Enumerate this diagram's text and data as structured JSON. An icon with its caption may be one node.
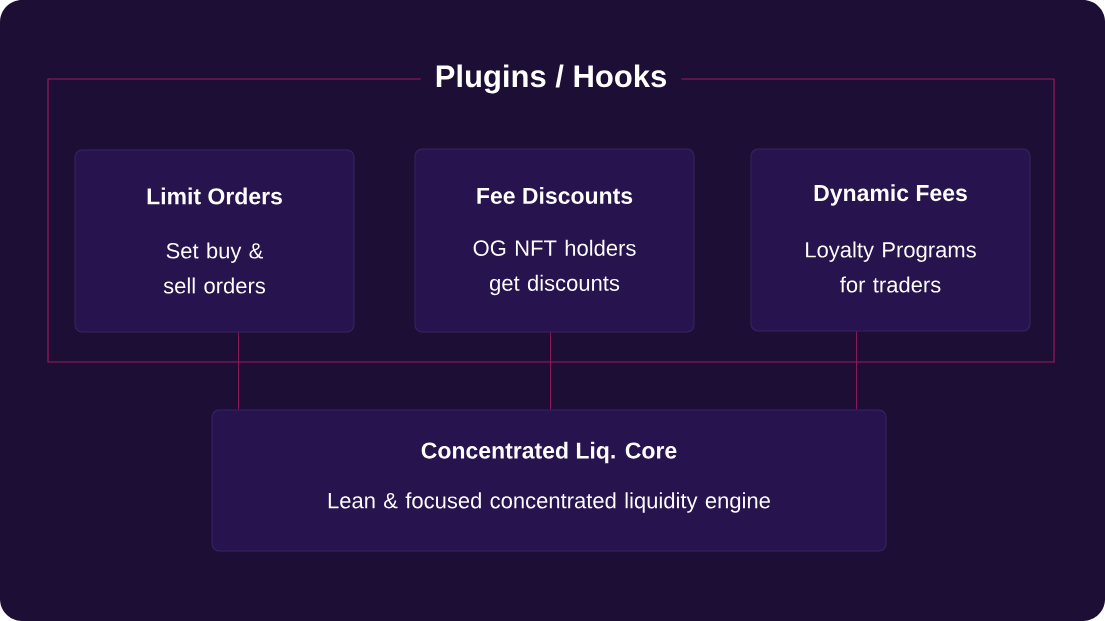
{
  "diagram": {
    "nodes": [
      {
        "text": [
          "Plugins / Hooks"
        ]
      },
      {
        "text": [
          "Limit Orders",
          "Set buy & sell orders"
        ],
        "in": 0
      },
      {
        "text": [
          "Fee Discounts",
          "OG NFT holders get discounts"
        ],
        "in": 0
      },
      {
        "text": [
          "Dynamic Fees",
          "Loyalty Programs for traders"
        ],
        "in": 0
      },
      {
        "text": [
          "Concentrated Liq. Core",
          "Lean & focused concentrated liquidity engine"
        ]
      }
    ],
    "edges": [
      {
        "from": 1,
        "to": 4,
        "arrow": "none"
      },
      {
        "from": 2,
        "to": 4,
        "arrow": "none"
      },
      {
        "from": 3,
        "to": 4,
        "arrow": "none"
      }
    ]
  }
}
